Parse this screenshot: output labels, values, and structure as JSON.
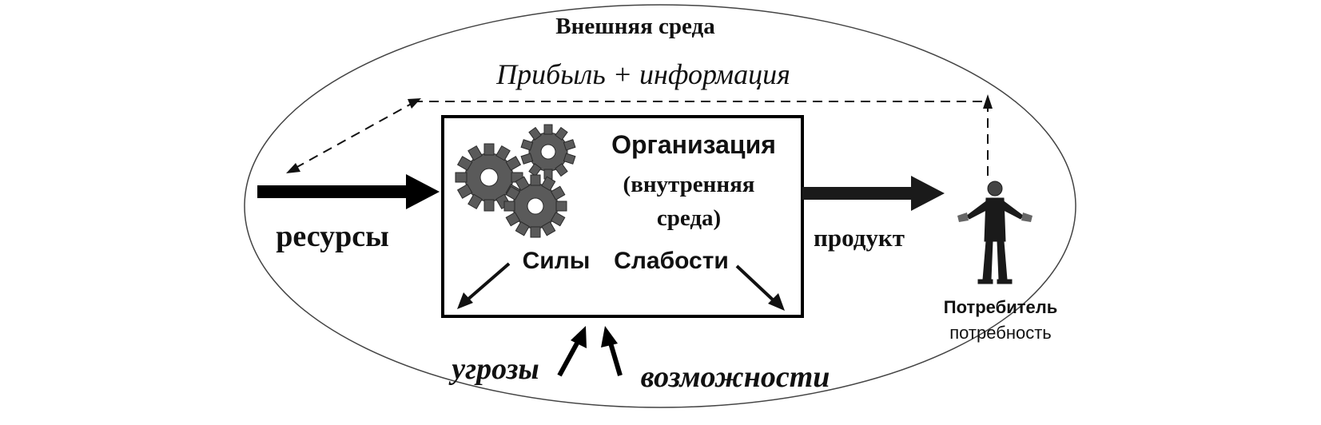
{
  "external_environment": "Внешняя среда",
  "profit_information": "Прибыль + информация",
  "organization": {
    "title": "Организация",
    "subtitle_line1": "(внутренняя",
    "subtitle_line2": "среда)",
    "strengths": "Силы",
    "weaknesses": "Слабости"
  },
  "resources": "ресурсы",
  "product": "продукт",
  "consumer": "Потребитель",
  "need": "потребность",
  "threats": "угрозы",
  "opportunities": "возможности",
  "icons": [
    "gears-icon",
    "consumer-figure-icon"
  ]
}
